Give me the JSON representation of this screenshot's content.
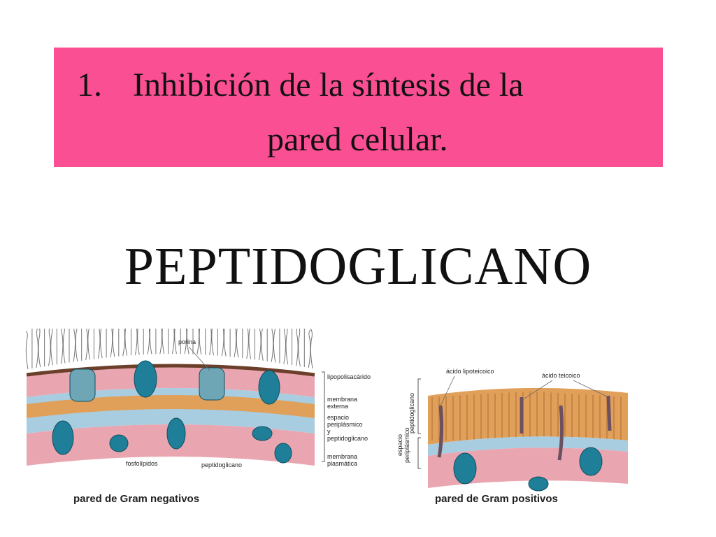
{
  "title": {
    "number": "1.",
    "line1": "Inhibición de la síntesis de la",
    "line2": "pared celular."
  },
  "subtitle": "PEPTIDOGLICANO",
  "figure": {
    "gram_negative": {
      "labels": {
        "porina": "porina",
        "lipopolisacarido": "lipopolisacárido",
        "membrana_externa_1": "membrana",
        "membrana_externa_2": "externa",
        "espacio_1": "espacio",
        "espacio_2": "periplásmico",
        "espacio_3": "y",
        "espacio_4": "peptidoglicano",
        "membrana_plasmatica_1": "membrana",
        "membrana_plasmatica_2": "plasmática",
        "fosfolipidos": "fosfolípidos",
        "peptidoglicano": "peptidoglicano"
      },
      "caption": "pared de Gram negativos"
    },
    "gram_positive": {
      "labels": {
        "acido_lipoteicoico": "ácido lipoteicoico",
        "acido_teicoico": "ácido teicoico",
        "peptidoglicano": "peptidoglicano",
        "espacio_1": "espacio",
        "espacio_2": "periplásmico"
      },
      "caption": "pared de Gram positivos"
    }
  },
  "colors": {
    "banner": "#fb4f93",
    "membrane_pink": "#e9a6b0",
    "protein_blue": "#1f7f98",
    "periplasm": "#a9cde0",
    "peptidoglycan": "#e0a05a"
  }
}
